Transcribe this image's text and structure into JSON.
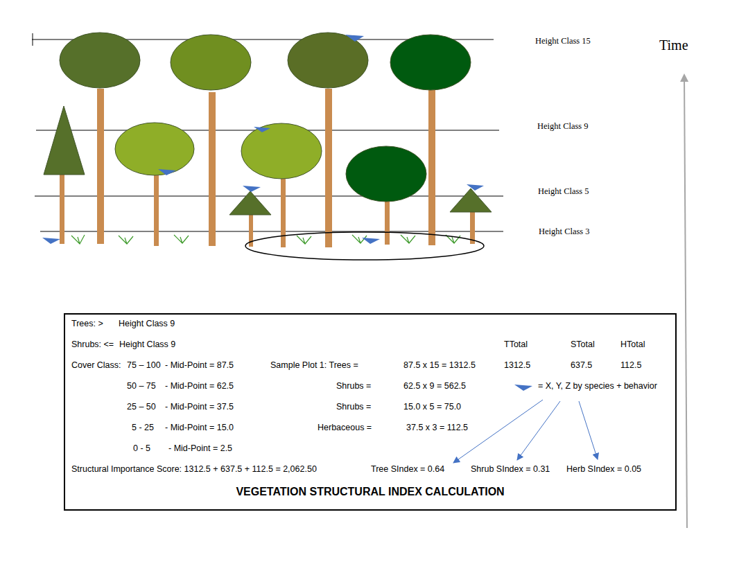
{
  "diagram": {
    "nodes": [
      {
        "text": [
          "Trees: >",
          "Height Class 9",
          "Shrubs: <=",
          "Height Class 9",
          "Cover Class:",
          "75 – 100",
          "- Mid-Point = 87.5",
          "Sample Plot 1: Trees =",
          "87.5 x 15 = 1312.5",
          "TTotal",
          "STotal",
          "HTotal",
          "1312.5",
          "637.5",
          "112.5",
          "50 – 75",
          "- Mid-Point = 62.5",
          "Shrubs =",
          "62.5 x 9 = 562.5",
          "= X, Y, Z by species + behavior",
          "25 – 50",
          "- Mid-Point = 37.5",
          "Shrubs =",
          "15.0 x 5 = 75.0",
          "5 - 25",
          "- Mid-Point = 15.0",
          "Herbaceous =",
          "37.5 x 3 = 112.5",
          "0 - 5",
          "- Mid-Point = 2.5",
          "Structural Importance Score: 1312.5 + 637.5 + 112.5 = 2,062.50",
          "Tree SIndex = 0.64",
          "Shrub SIndex = 0.31",
          "Herb SIndex = 0.05",
          "VEGETATION STRUCTURAL INDEX CALCULATION"
        ]
      }
    ],
    "labels": [
      "Height Class 15",
      "Time",
      "Height Class 9",
      "Height Class 5",
      "Height Class 3"
    ]
  }
}
